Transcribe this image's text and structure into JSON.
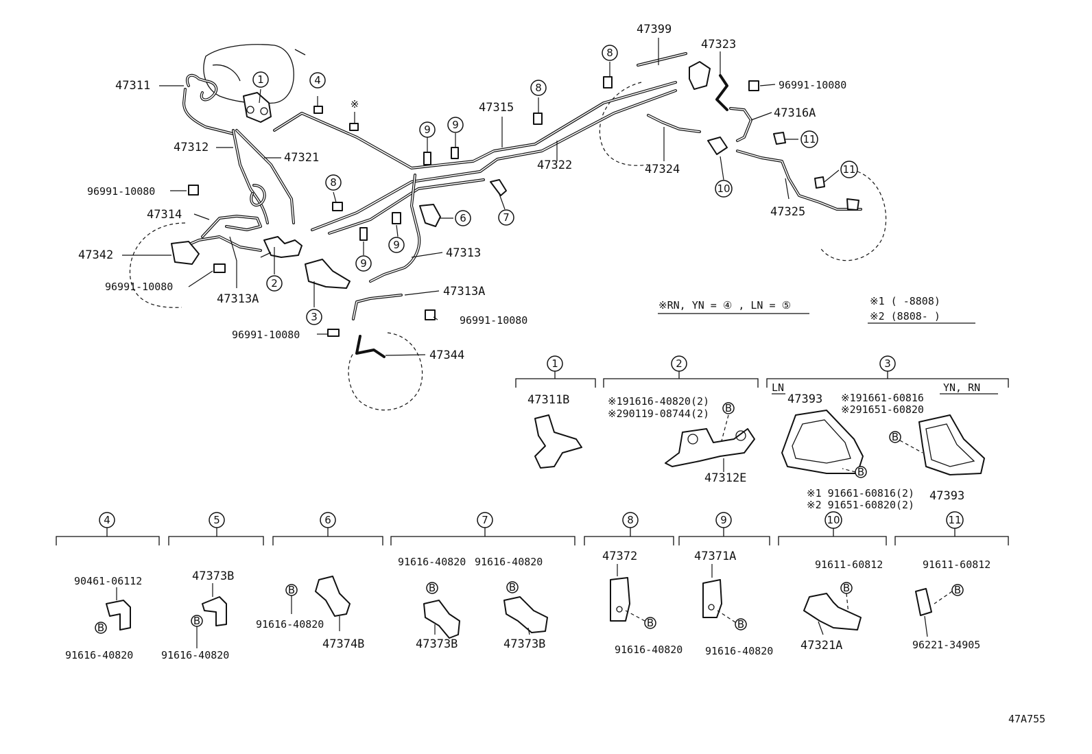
{
  "labels": {
    "p47311": "47311",
    "p47312": "47312",
    "p47321": "47321",
    "p96991a": "96991-10080",
    "p47314": "47314",
    "p47342": "47342",
    "p96991b": "96991-10080",
    "p47313A_a": "47313A",
    "p47315": "47315",
    "p47322": "47322",
    "p47313": "47313",
    "p47313A_b": "47313A",
    "p96991c": "96991-10080",
    "p96991d": "96991-10080",
    "p47344": "47344",
    "p47399": "47399",
    "p47323": "47323",
    "p96991e": "96991-10080",
    "p47316A": "47316A",
    "p47324": "47324",
    "p47325": "47325",
    "diagram_code": "47A755"
  },
  "callouts": {
    "c1": "1",
    "c2": "2",
    "c3": "3",
    "c4": "4",
    "c5": "5",
    "c6": "6",
    "c7": "7",
    "c8a": "8",
    "c8b": "8",
    "c8c": "8",
    "c9a": "9",
    "c9b": "9",
    "c9c": "9",
    "c9d": "9",
    "c10": "10",
    "c11a": "11",
    "c11b": "11",
    "star": "※"
  },
  "notes": {
    "variant_note_a": "※RN, YN = ",
    "variant_note_b": "④",
    "variant_note_c": " , LN = ",
    "variant_note_d": "⑤",
    "date_note_1": "※1 (      -8808)",
    "date_note_2": "※2 (8808-      )"
  },
  "detail_groups": {
    "g1": {
      "num": "1",
      "parts": [
        "47311B"
      ]
    },
    "g2": {
      "num": "2",
      "parts": [
        "※191616-40820(2)",
        "※290119-08744(2)",
        "47312E"
      ]
    },
    "g3": {
      "num": "3",
      "sub_left": "LN",
      "sub_right": "YN, RN",
      "parts": [
        "47393",
        "※191661-60816",
        "※291651-60820",
        "※1 91661-60816(2)",
        "※2 91651-60820(2)",
        "47393"
      ]
    },
    "g4": {
      "num": "4",
      "parts": [
        "90461-06112",
        "91616-40820"
      ]
    },
    "g5": {
      "num": "5",
      "parts": [
        "47373B",
        "91616-40820"
      ]
    },
    "g6": {
      "num": "6",
      "parts": [
        "91616-40820",
        "47374B"
      ]
    },
    "g7": {
      "num": "7",
      "parts": [
        "91616-40820",
        "91616-40820",
        "47373B",
        "47373B"
      ]
    },
    "g8": {
      "num": "8",
      "parts": [
        "47372",
        "91616-40820"
      ]
    },
    "g9": {
      "num": "9",
      "parts": [
        "47371A",
        "91616-40820"
      ]
    },
    "g10": {
      "num": "10",
      "parts": [
        "91611-60812",
        "47321A"
      ]
    },
    "g11": {
      "num": "11",
      "parts": [
        "91611-60812",
        "96221-34905"
      ]
    }
  },
  "bolt_symbol": "B"
}
